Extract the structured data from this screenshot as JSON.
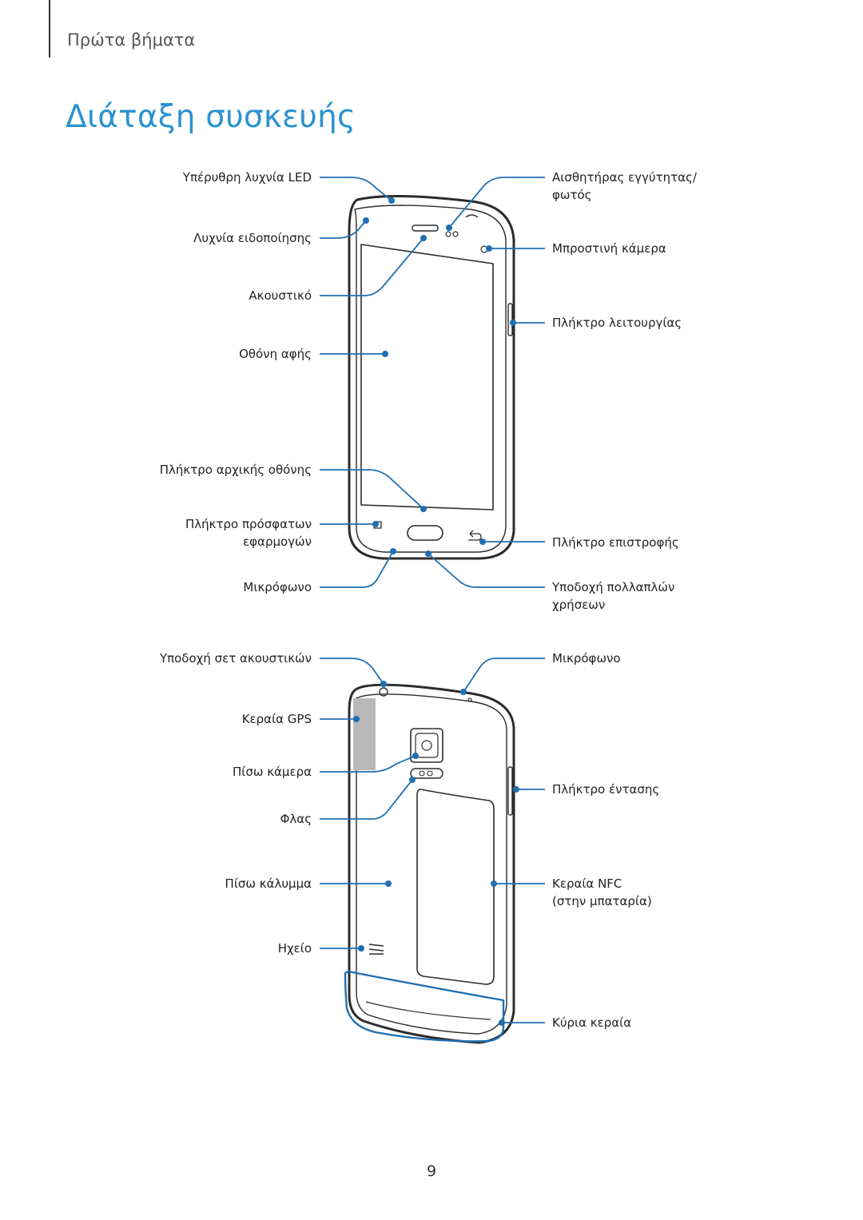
{
  "header": {
    "section": "Πρώτα βήματα"
  },
  "page": {
    "title": "Διάταξη συσκευής",
    "number": "9"
  },
  "front": {
    "left": [
      {
        "id": "ir_led",
        "text": [
          "Υπέρυθρη λυχνία LED"
        ]
      },
      {
        "id": "notif_led",
        "text": [
          "Λυχνία ειδοποίησης"
        ]
      },
      {
        "id": "earpiece",
        "text": [
          "Ακουστικό"
        ]
      },
      {
        "id": "touchscreen",
        "text": [
          "Οθόνη αφής"
        ]
      },
      {
        "id": "home_key",
        "text": [
          "Πλήκτρο αρχικής οθόνης"
        ]
      },
      {
        "id": "recent_key",
        "text": [
          "Πλήκτρο πρόσφατων",
          "εφαρμογών"
        ]
      },
      {
        "id": "mic_front",
        "text": [
          "Μικρόφωνο"
        ]
      }
    ],
    "right": [
      {
        "id": "prox_sensor",
        "text": [
          "Αισθητήρας εγγύτητας/",
          "φωτός"
        ]
      },
      {
        "id": "front_camera",
        "text": [
          "Μπροστινή κάμερα"
        ]
      },
      {
        "id": "power_key",
        "text": [
          "Πλήκτρο λειτουργίας"
        ]
      },
      {
        "id": "back_key",
        "text": [
          "Πλήκτρο επιστροφής"
        ]
      },
      {
        "id": "multipurpose_jack",
        "text": [
          "Υποδοχή πολλαπλών",
          "χρήσεων"
        ]
      }
    ]
  },
  "back": {
    "left": [
      {
        "id": "headset_jack",
        "text": [
          "Υποδοχή σετ ακουστικών"
        ]
      },
      {
        "id": "gps_antenna",
        "text": [
          "Κεραία GPS"
        ]
      },
      {
        "id": "rear_camera",
        "text": [
          "Πίσω κάμερα"
        ]
      },
      {
        "id": "flash",
        "text": [
          "Φλας"
        ]
      },
      {
        "id": "back_cover",
        "text": [
          "Πίσω κάλυμμα"
        ]
      },
      {
        "id": "speaker",
        "text": [
          "Ηχείο"
        ]
      }
    ],
    "right": [
      {
        "id": "mic_back",
        "text": [
          "Μικρόφωνο"
        ]
      },
      {
        "id": "volume_key",
        "text": [
          "Πλήκτρο έντασης"
        ]
      },
      {
        "id": "nfc_antenna",
        "text": [
          "Κεραία NFC",
          "(στην μπαταρία)"
        ]
      },
      {
        "id": "main_antenna",
        "text": [
          "Κύρια κεραία"
        ]
      }
    ]
  },
  "colors": {
    "accent": "#2a93d0",
    "callout": "#1f6fb2",
    "outline": "#2b2b2b",
    "gps_fill": "#b9b9b9"
  }
}
